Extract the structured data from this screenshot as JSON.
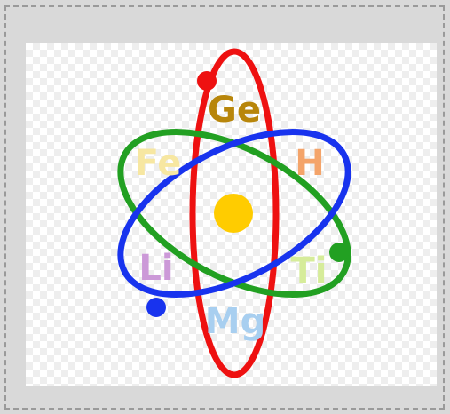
{
  "elements": [
    {
      "symbol": "Ge",
      "color": "#b8860b"
    },
    {
      "symbol": "Fe",
      "color": "#f7e7a1"
    },
    {
      "symbol": "H",
      "color": "#f4a46a"
    },
    {
      "symbol": "Li",
      "color": "#cc99d8"
    },
    {
      "symbol": "Ti",
      "color": "#d6ec9a"
    },
    {
      "symbol": "Mg",
      "color": "#a8cff0"
    }
  ],
  "orbits": [
    {
      "name": "red-orbit",
      "color": "#ee1111"
    },
    {
      "name": "green-orbit",
      "color": "#22a022"
    },
    {
      "name": "blue-orbit",
      "color": "#1833ee"
    }
  ],
  "nucleus_color": "#ffcc00"
}
